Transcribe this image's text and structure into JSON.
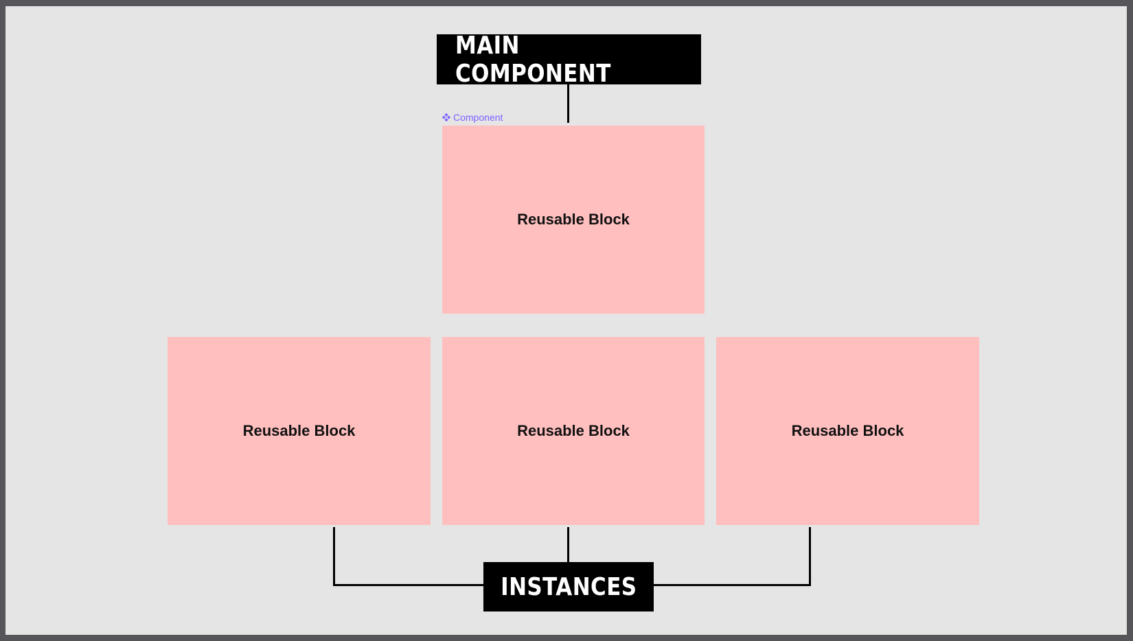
{
  "diagram": {
    "main_label": "MAIN COMPONENT",
    "instances_label": "INSTANCES",
    "component_tag": "Component",
    "main_block_label": "Reusable Block",
    "instance_blocks": [
      {
        "label": "Reusable Block"
      },
      {
        "label": "Reusable Block"
      },
      {
        "label": "Reusable Block"
      }
    ]
  },
  "colors": {
    "background": "#e5e5e6",
    "frame": "#56565a",
    "block_fill": "#ffbfbf",
    "label_bg": "#000000",
    "label_text": "#ffffff",
    "component_accent": "#7b61ff"
  },
  "icons": {
    "component_tag_icon": "component-diamond-icon"
  }
}
